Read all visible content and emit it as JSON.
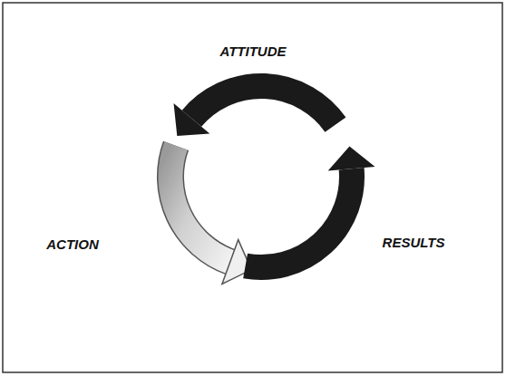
{
  "diagram": {
    "labels": [
      "ATTITUDE",
      "ACTION",
      "RESULTS"
    ]
  }
}
